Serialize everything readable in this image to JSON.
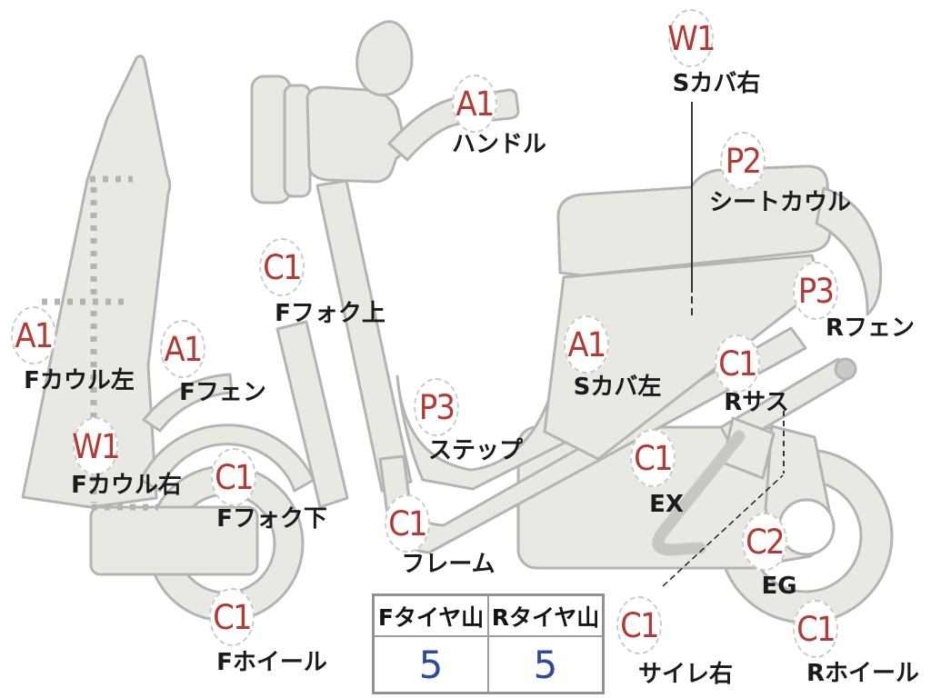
{
  "diagram_type": "motorcycle-inspection-map",
  "markers": [
    {
      "id": "s-cover-right",
      "code": "W1",
      "label": "Sカバ右"
    },
    {
      "id": "handle",
      "code": "A1",
      "label": "ハンドル"
    },
    {
      "id": "seat-cowl",
      "code": "P2",
      "label": "シートカウル"
    },
    {
      "id": "f-fork-upper",
      "code": "C1",
      "label": "Fフォク上"
    },
    {
      "id": "r-fender",
      "code": "P3",
      "label": "Rフェン"
    },
    {
      "id": "f-cowl-left",
      "code": "A1",
      "label": "Fカウル左"
    },
    {
      "id": "f-fender",
      "code": "A1",
      "label": "Fフェン"
    },
    {
      "id": "s-cover-left",
      "code": "A1",
      "label": "Sカバ左"
    },
    {
      "id": "r-suspension",
      "code": "C1",
      "label": "Rサス"
    },
    {
      "id": "step",
      "code": "P3",
      "label": "ステップ"
    },
    {
      "id": "f-cowl-right",
      "code": "W1",
      "label": "Fカウル右"
    },
    {
      "id": "f-fork-lower",
      "code": "C1",
      "label": "Fフォク下"
    },
    {
      "id": "exhaust",
      "code": "C1",
      "label": "EX"
    },
    {
      "id": "frame",
      "code": "C1",
      "label": "フレーム"
    },
    {
      "id": "engine",
      "code": "C2",
      "label": "EG"
    },
    {
      "id": "f-wheel",
      "code": "C1",
      "label": "Fホイール"
    },
    {
      "id": "silencer-right",
      "code": "C1",
      "label": "サイレ右"
    },
    {
      "id": "r-wheel",
      "code": "C1",
      "label": "Rホイール"
    }
  ],
  "tire_table": {
    "columns": [
      "Fタイヤ山",
      "Rタイヤ山"
    ],
    "values": [
      "5",
      "5"
    ]
  },
  "colors": {
    "marker_code_red": "#b23b35",
    "tire_value_blue": "#2e4a9a",
    "body_fill": "#e9e9e4",
    "body_stroke": "#b4b4b2",
    "seam_dots": "#b3b3b0",
    "table_border": "#919191"
  }
}
